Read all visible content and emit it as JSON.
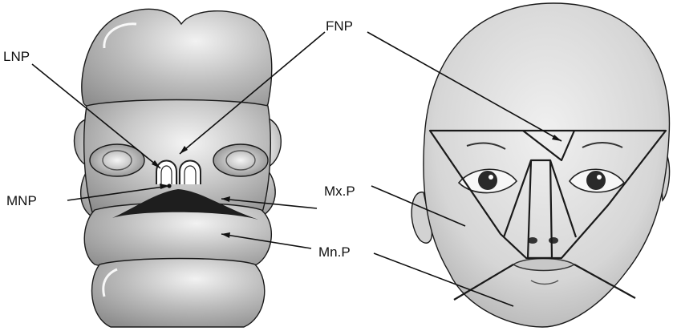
{
  "labels": {
    "lnp": "LNP",
    "fnp": "FNP",
    "mnp": "MNP",
    "mxp": "Mx.P",
    "mnp2": "Mn.P"
  },
  "colors": {
    "embryo_skin": "#b9b9b9",
    "face_skin": "#dcdcdc",
    "outline": "#1a1a1a",
    "mouth": "#1e1e1e"
  }
}
